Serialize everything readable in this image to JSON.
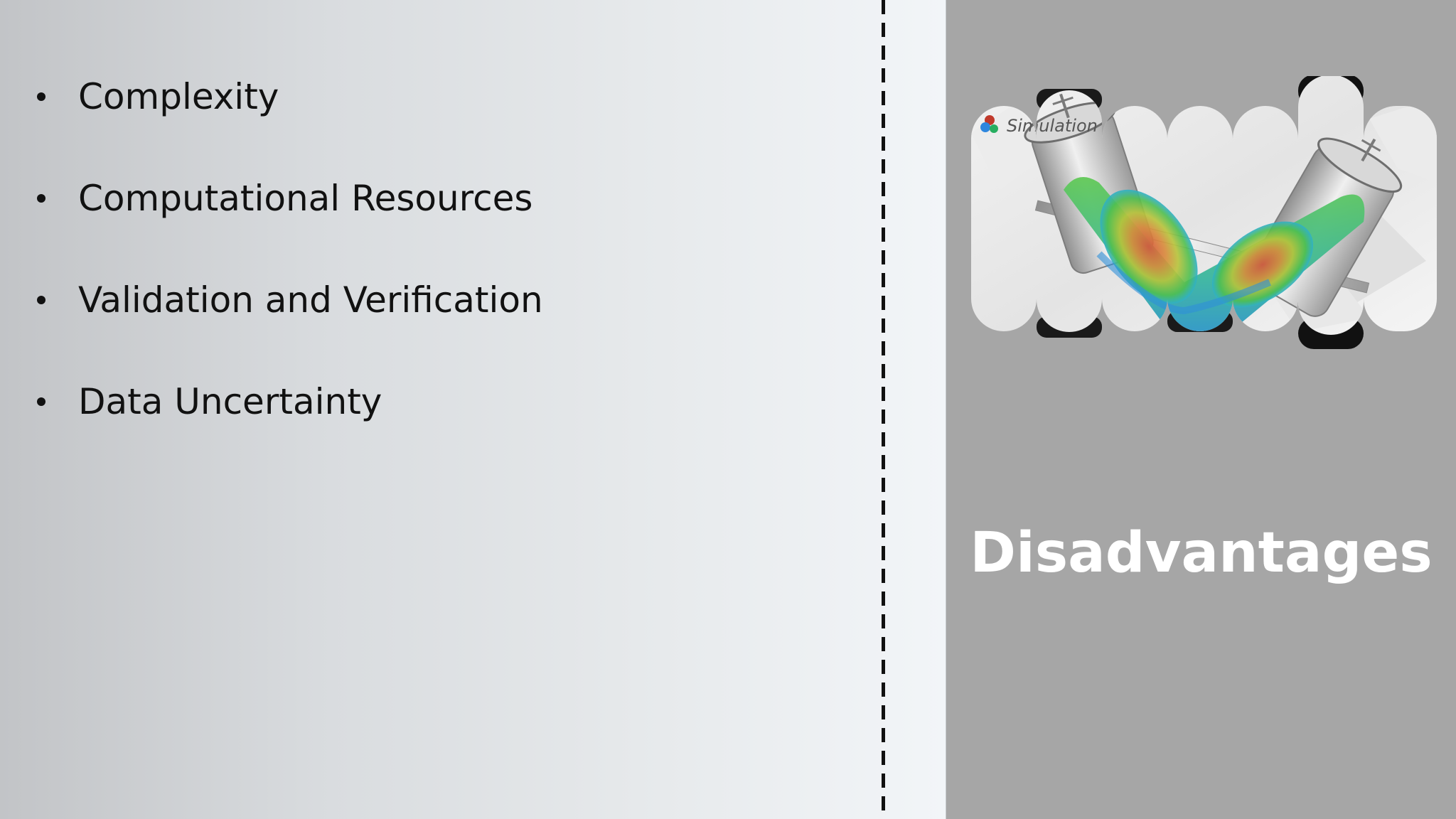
{
  "slide": {
    "bullets": [
      {
        "text": "Complexity"
      },
      {
        "text": "Computational Resources"
      },
      {
        "text": "Validation and Verification"
      },
      {
        "text": "Data Uncertainty"
      }
    ],
    "section_title": "Disadvantages",
    "picture": {
      "description_icon": "v-blender-simulation-image",
      "logo_text": "Simulation"
    },
    "colors": {
      "right_panel": "#a6a6a6",
      "title_text": "#ffffff",
      "bullet_text": "#111111"
    }
  }
}
